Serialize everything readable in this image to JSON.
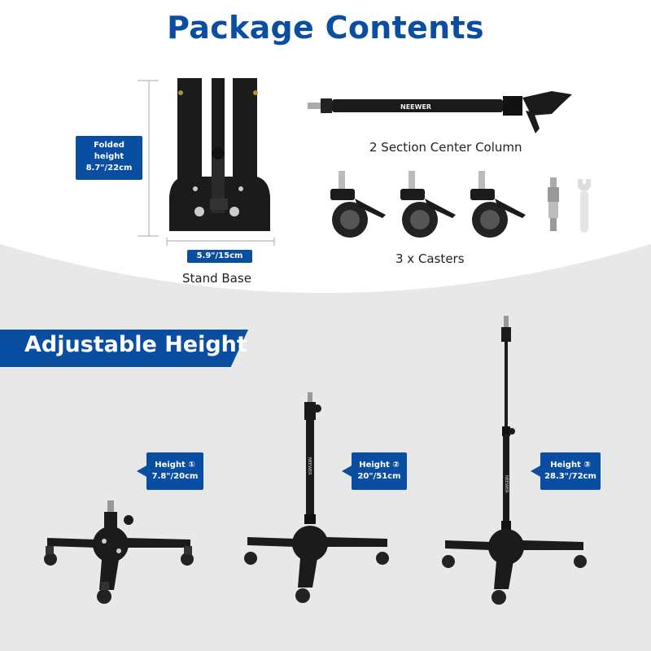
{
  "title": "Package Contents",
  "stand_base": {
    "label": "Stand Base",
    "folded_height": [
      "Folded",
      "height",
      "8.7\"/22cm"
    ],
    "width": "5.9\"/15cm"
  },
  "center_column": {
    "label": "2 Section Center Column",
    "brand": "NEEWER"
  },
  "casters": {
    "label": "3 x Casters"
  },
  "adjustable": {
    "banner": "Adjustable Height",
    "heights": [
      {
        "label": "Height ①",
        "value": "7.8\"/20cm"
      },
      {
        "label": "Height ②",
        "value": "20\"/51cm"
      },
      {
        "label": "Height ③",
        "value": "28.3\"/72cm"
      }
    ],
    "column_brand": "NEEWER"
  },
  "colors": {
    "accent": "#0a4ea1",
    "product": "#1b1b1b"
  }
}
